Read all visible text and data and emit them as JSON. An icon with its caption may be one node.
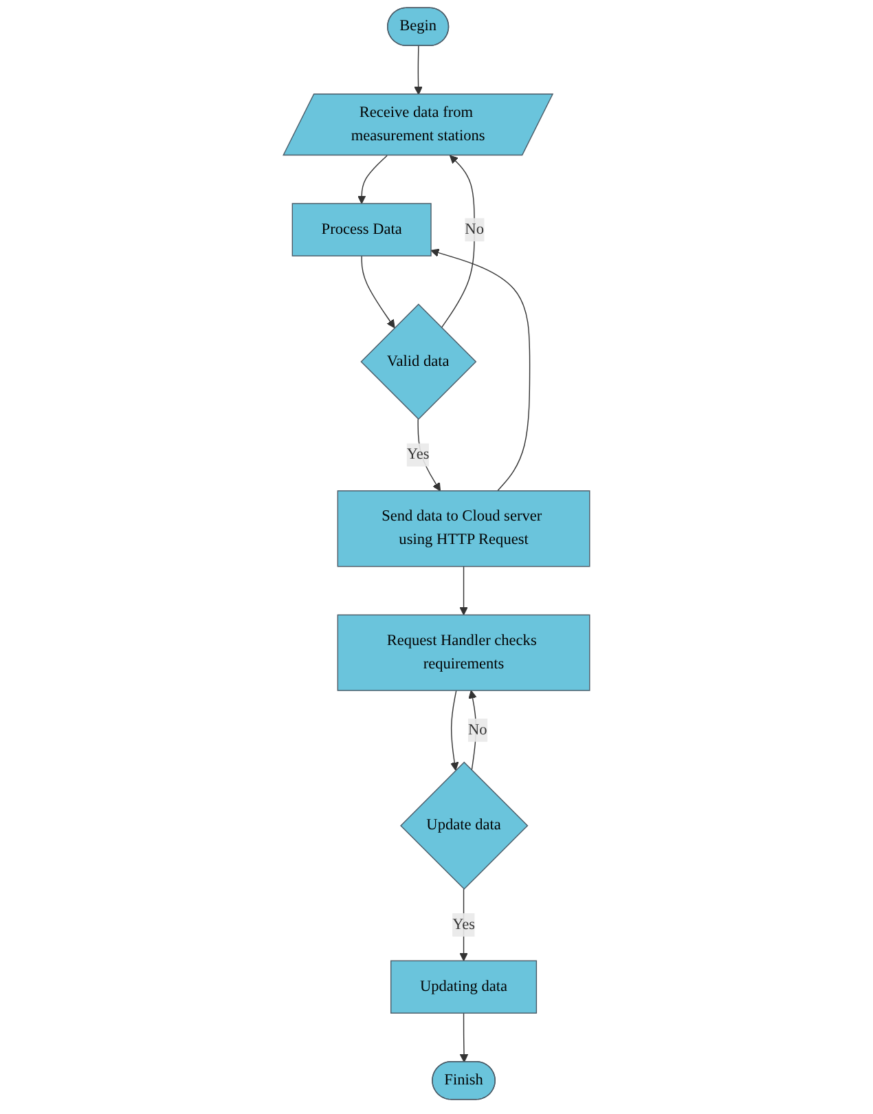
{
  "diagram": {
    "nodes": [
      {
        "text": [
          "Begin"
        ]
      },
      {
        "text": [
          "Receive data from measurement stations"
        ]
      },
      {
        "text": [
          "Process Data"
        ]
      },
      {
        "text": [
          "Valid data"
        ]
      },
      {
        "text": [
          "Send data to Cloud server using HTTP Request"
        ]
      },
      {
        "text": [
          "Request Handler checks requirements"
        ]
      },
      {
        "text": [
          "Update data"
        ]
      },
      {
        "text": [
          "Updating data"
        ]
      },
      {
        "text": [
          "Finish"
        ]
      }
    ],
    "edges": [
      {
        "from": 0,
        "to": 1,
        "arrow": "to"
      },
      {
        "from": 1,
        "to": 2,
        "arrow": "to"
      },
      {
        "from": 2,
        "to": 3,
        "arrow": "to"
      },
      {
        "from": 3,
        "to": 1,
        "label": "No",
        "arrow": "to"
      },
      {
        "from": 3,
        "to": 4,
        "label": "Yes",
        "arrow": "to"
      },
      {
        "from": 4,
        "to": 2,
        "arrow": "to"
      },
      {
        "from": 4,
        "to": 5,
        "arrow": "to"
      },
      {
        "from": 5,
        "to": 6,
        "arrow": "to"
      },
      {
        "from": 6,
        "to": 5,
        "label": "No",
        "arrow": "to"
      },
      {
        "from": 6,
        "to": 7,
        "label": "Yes",
        "arrow": "to"
      },
      {
        "from": 7,
        "to": 8,
        "arrow": "to"
      }
    ]
  }
}
